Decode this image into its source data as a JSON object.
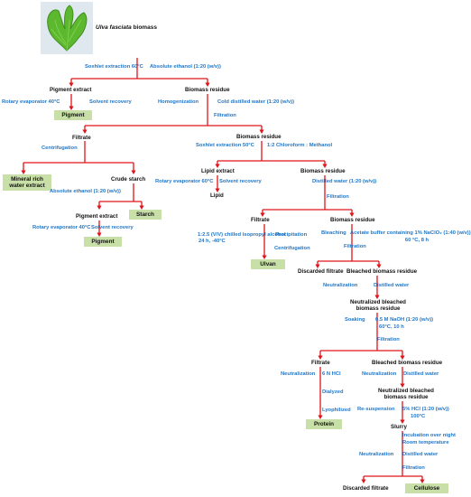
{
  "nodes": {
    "biomass_name": "Ulva fasciata",
    "biomass_word": "biomass",
    "pigment_extract": "Pigment extract",
    "biomass_residue": "Biomass residue",
    "pigment": "Pigment",
    "filtrate": "Filtrate",
    "biomass_residue_2": "Biomass residue",
    "mineral_rich": "Mineral rich water extract",
    "crude_starch": "Crude starch",
    "lipid_extract": "Lipid extract",
    "biomass_residue_3": "Biomass residue",
    "lipid": "Lipid",
    "starch": "Starch",
    "pigment_extract_2": "Pigment extract",
    "filtrate_2": "Filtrate",
    "biomass_residue_4": "Biomass residue",
    "pigment_2": "Pigment",
    "ulvan": "Ulvan",
    "discarded_filtrate": "Discarded filtrate",
    "bleached_residue": "Bleached biomass residue",
    "neutralized_bleached": "Neutralized bleached biomass residue",
    "filtrate_3": "Filtrate",
    "bleached_residue_2": "Bleached biomass residue",
    "neutralized_bleached_2": "Neutralized bleached biomass residue",
    "protein": "Protein",
    "slurry": "Slurry",
    "discarded_filtrate_2": "Discarded filtrate",
    "cellulose": "Cellulose"
  },
  "steps": {
    "soxhlet_60": "Soxhlet extraction 60°C",
    "absolute_ethanol": "Absolute ethanol (1:20 (w/v))",
    "rotary_40": "Rotary evaporator 40°C",
    "solvent_recovery": "Solvent recovery",
    "homogenization": "Homogenization",
    "cold_water": "Cold distilled water (1:20 (w/v))",
    "filtration_1": "Filtration",
    "centrifugation": "Centrifugation",
    "soxhlet_50": "Soxhlet extraction 50°C",
    "chloroform": "1:2 Chloroform : Methanol",
    "absolute_ethanol_2": "Absolute ethanol (1:20 (w/v))",
    "rotary_60": "Rotary evaporator 60°C",
    "solvent_recovery_2": "Solvent recovery",
    "distilled_water_1": "Distilled water (1:20 (w/v))",
    "filtration_2": "Filtration",
    "rotary_40_b": "Rotary evaporator 40°C",
    "solvent_recovery_3": "Solvent recovery",
    "isopropyl_1": "1:2.5 (V/V) chilled isopropyl alcohol",
    "isopropyl_2": "24 h, -40°C",
    "precipitation": "Precipitation",
    "centrifugation_2": "Centrifugation",
    "bleaching": "Bleaching",
    "acetate_1": "Acetate buffer containing 1% NaClO₂ (1:40 (w/v))",
    "acetate_2": "60 °C, 8 h",
    "filtration_3": "Filtration",
    "neutralization_1": "Neutralization",
    "distilled_water_2": "Distilled water",
    "soaking": "Soaking",
    "naoh_1": "0.5 M NaOH (1:20 (w/v))",
    "naoh_2": "60°C, 10 h",
    "filtration_4": "Filtration",
    "neutralization_2": "Neutralization",
    "hcl_6n": "6 N HCl",
    "neutralization_3": "Neutralization",
    "distilled_water_3": "Distilled water",
    "dialyzed": "Dialyzed",
    "resuspension": "Re-suspension",
    "hcl_5_1": "5% HCl (1:20 (w/v))",
    "hcl_5_2": "100°C",
    "lyophilized": "Lyophilized",
    "incubation": "Incubation over night",
    "room_temp": "Room temperature",
    "neutralization_4": "Neutralization",
    "distilled_water_4": "Distilled water",
    "filtration_5": "Filtration"
  },
  "colors": {
    "arrow": "#e0141b",
    "step_text": "#1f77c9",
    "product_box": "#c8dfa8",
    "algae_green": "#5cb82e"
  }
}
